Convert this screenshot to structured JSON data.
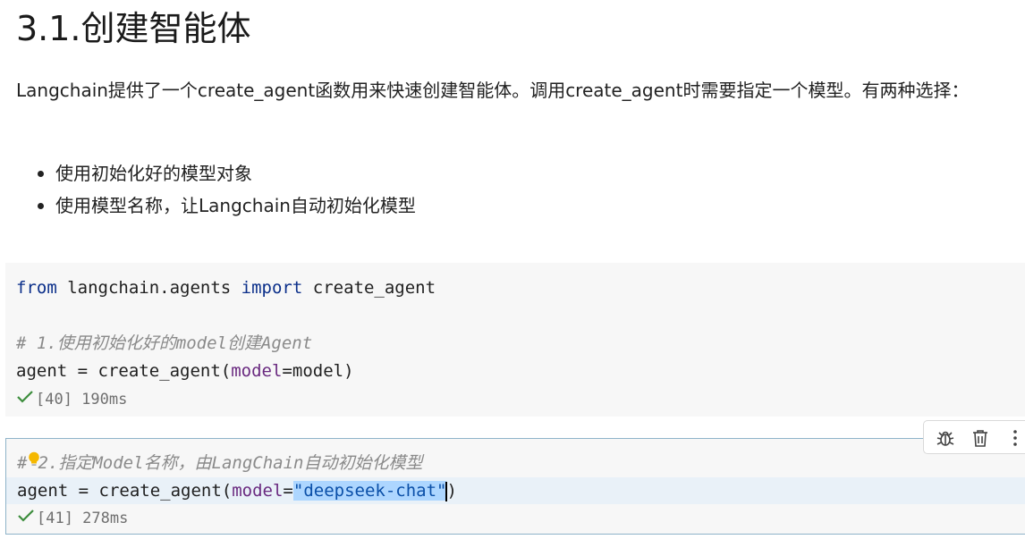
{
  "heading": "3.1.创建智能体",
  "intro": "Langchain提供了一个create_agent函数用来快速创建智能体。调用create_agent时需要指定一个模型。有两种选择：",
  "bullets": [
    "使用初始化好的模型对象",
    "使用模型名称，让Langchain自动初始化模型"
  ],
  "cells": [
    {
      "import": {
        "kw1": "from",
        "module": " langchain.agents ",
        "kw2": "import",
        "name": " create_agent"
      },
      "comment": "# 1.使用初始化好的model创建Agent",
      "call": {
        "prefix": "agent = create_agent(",
        "param": "model",
        "eq": "=",
        "value": "model",
        "suffix": ")"
      },
      "status": "[40] 190ms"
    },
    {
      "comment_hash": "#",
      "comment": "2.指定Model名称，由LangChain自动初始化模型",
      "call": {
        "prefix": "agent = create_agent(",
        "param": "model",
        "eq": "=",
        "value": "\"deepseek-chat\"",
        "suffix": ")"
      },
      "status": "[41] 278ms"
    }
  ],
  "icons": {
    "run_status": "checkmark-icon",
    "lightbulb": "lightbulb-icon",
    "debug": "bug-icon",
    "delete": "trash-icon",
    "more": "more-vertical-icon"
  },
  "colors": {
    "keyword": "#0b2f8a",
    "parameter": "#6a2a80",
    "selection": "#add6ff",
    "success": "#3c8d3c",
    "cell_border": "#8fb3c9"
  }
}
